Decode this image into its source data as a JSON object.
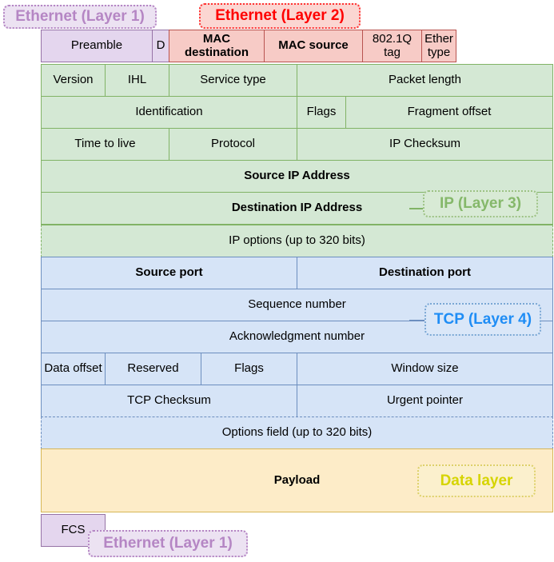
{
  "title": "Network packet encapsulation: Ethernet / IP / TCP header layout",
  "colors": {
    "ethernet_layer1_fill": "#e4d6ee",
    "ethernet_layer1_border": "#9673a6",
    "ethernet_layer1_text": "#b586c4",
    "ethernet_layer2_fill": "#f7cbc6",
    "ethernet_layer2_border": "#b85450",
    "ethernet_layer2_text": "#ff0000",
    "ip_fill": "#d4e8d4",
    "ip_border": "#81b366",
    "ip_text": "#85b86a",
    "tcp_fill": "#d6e4f7",
    "tcp_border": "#6c8ebf",
    "tcp_text": "#1f8df5",
    "data_fill": "#fdecc8",
    "data_border": "#d6b656",
    "data_text": "#d6d400"
  },
  "badges": {
    "ethernet_layer1_top": "Ethernet (Layer 1)",
    "ethernet_layer2": "Ethernet (Layer 2)",
    "ip_layer3": "IP (Layer 3)",
    "tcp_layer4": "TCP (Layer 4)",
    "data_layer": "Data layer",
    "ethernet_layer1_bottom": "Ethernet (Layer 1)"
  },
  "rows": {
    "ethernet_header": [
      {
        "label": "Preamble",
        "bold": false
      },
      {
        "label": "D",
        "bold": false
      },
      {
        "label": "MAC destination",
        "bold": true
      },
      {
        "label": "MAC source",
        "bold": true
      },
      {
        "label": "802.1Q tag",
        "bold": false
      },
      {
        "label": "Ether type",
        "bold": false
      }
    ],
    "ip_row1": [
      {
        "label": "Version",
        "bold": false
      },
      {
        "label": "IHL",
        "bold": false
      },
      {
        "label": "Service type",
        "bold": false
      },
      {
        "label": "Packet length",
        "bold": false
      }
    ],
    "ip_row2": [
      {
        "label": "Identification",
        "bold": false
      },
      {
        "label": "Flags",
        "bold": false
      },
      {
        "label": "Fragment offset",
        "bold": false
      }
    ],
    "ip_row3": [
      {
        "label": "Time to live",
        "bold": false
      },
      {
        "label": "Protocol",
        "bold": false
      },
      {
        "label": "IP Checksum",
        "bold": false
      }
    ],
    "ip_row4": [
      {
        "label": "Source IP Address",
        "bold": true
      }
    ],
    "ip_row5": [
      {
        "label": "Destination IP Address",
        "bold": true
      }
    ],
    "ip_options": [
      {
        "label": "IP options (up to 320 bits)",
        "bold": false
      }
    ],
    "tcp_row1": [
      {
        "label": "Source port",
        "bold": true
      },
      {
        "label": "Destination port",
        "bold": true
      }
    ],
    "tcp_row2": [
      {
        "label": "Sequence number",
        "bold": false
      }
    ],
    "tcp_row3": [
      {
        "label": "Acknowledgment number",
        "bold": false
      }
    ],
    "tcp_row4": [
      {
        "label": "Data offset",
        "bold": false
      },
      {
        "label": "Reserved",
        "bold": false
      },
      {
        "label": "Flags",
        "bold": false
      },
      {
        "label": "Window size",
        "bold": false
      }
    ],
    "tcp_row5": [
      {
        "label": "TCP Checksum",
        "bold": false
      },
      {
        "label": "Urgent pointer",
        "bold": false
      }
    ],
    "tcp_options": [
      {
        "label": "Options field (up to 320 bits)",
        "bold": false
      }
    ],
    "payload": [
      {
        "label": "Payload",
        "bold": true
      }
    ],
    "trailer": [
      {
        "label": "FCS",
        "bold": false
      }
    ]
  }
}
